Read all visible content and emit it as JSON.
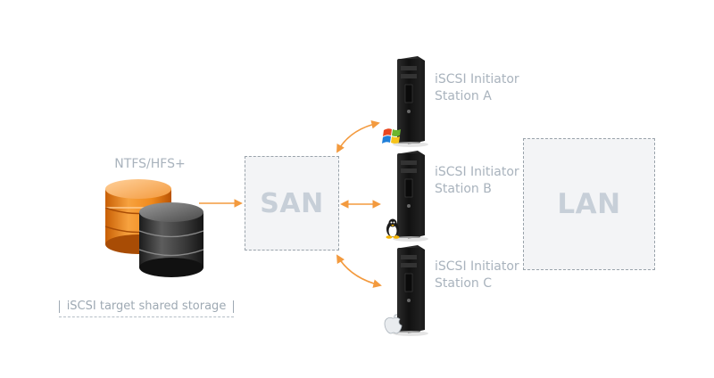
{
  "storage": {
    "filesystem_label": "NTFS/HFS+",
    "caption": "iSCSI target shared storage"
  },
  "san": {
    "label": "SAN"
  },
  "lan": {
    "label": "LAN"
  },
  "stations": [
    {
      "line1": "iSCSI Initiator",
      "line2": "Station A",
      "os_icon": "windows-logo-icon"
    },
    {
      "line1": "iSCSI Initiator",
      "line2": "Station B",
      "os_icon": "linux-penguin-icon"
    },
    {
      "line1": "iSCSI Initiator",
      "line2": "Station C",
      "os_icon": "apple-mac-icon"
    }
  ],
  "colors": {
    "arrow": "#f39a3e",
    "disk_orange": "#f08a1c",
    "disk_dark": "#3a3a3a",
    "label_gray": "#a9b3bd",
    "box_fill": "#f3f4f6",
    "box_border": "#9aa3ab"
  }
}
